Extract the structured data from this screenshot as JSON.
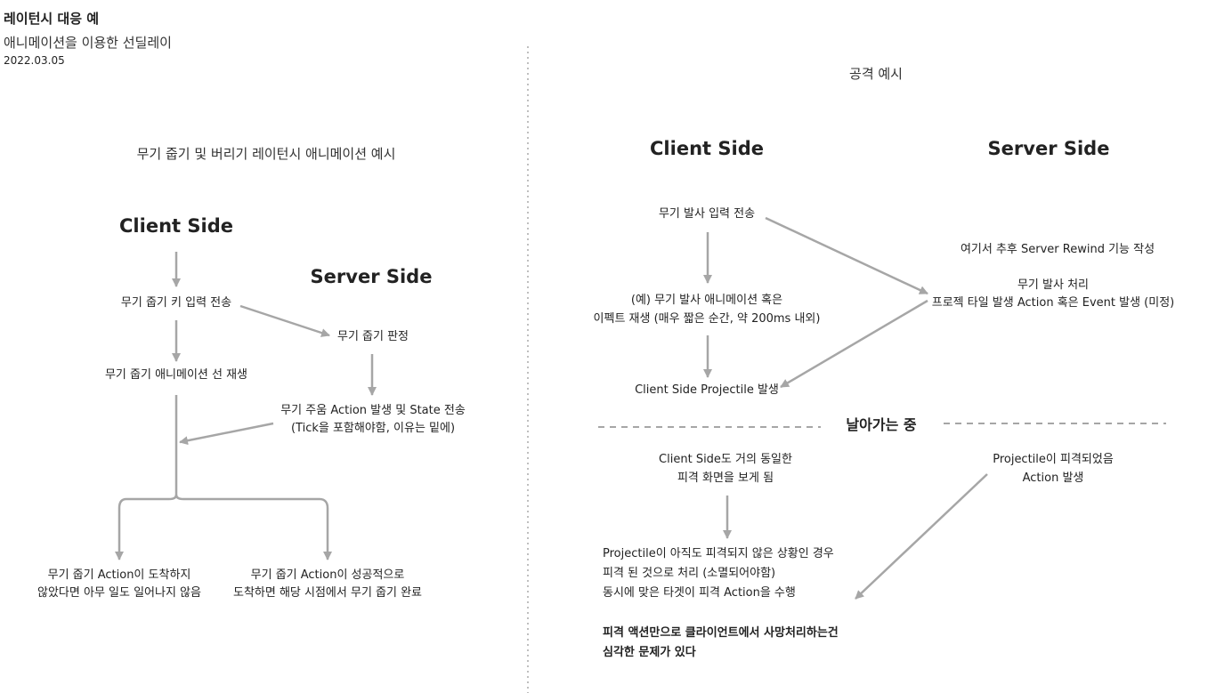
{
  "header": {
    "title": "레이턴시 대응 예",
    "subtitle": "애니메이션을 이용한 선딜레이",
    "date": "2022.03.05"
  },
  "left": {
    "section_title": "무기 줍기 및 버리기 레이턴시 애니메이션 예시",
    "client_label": "Client Side",
    "server_label": "Server Side",
    "nodes": {
      "key_input": "무기 줍기 키 입력 전송",
      "judge": "무기 줍기 판정",
      "anim_play": "무기 줍기 애니메이션 선 재생",
      "action_send_1": "무기 주움 Action 발생 및 State 전송",
      "action_send_2": "(Tick을 포함해야함, 이유는 밑에)",
      "fail_1": "무기 줍기 Action이 도착하지",
      "fail_2": "않았다면 아무 일도 일어나지 않음",
      "success_1": "무기 줍기 Action이 성공적으로",
      "success_2": "도착하면 해당 시점에서 무기 줍기 완료"
    }
  },
  "right": {
    "section_title": "공격 예시",
    "client_label": "Client Side",
    "server_label": "Server Side",
    "divider_label": "날아가는 중",
    "nodes": {
      "fire_input": "무기 발사 입력 전송",
      "rewind_note": "여기서 추후 Server Rewind 기능 작성",
      "fire_process_1": "무기 발사 처리",
      "fire_process_2": "프로젝 타일 발생 Action 혹은 Event 발생 (미정)",
      "fire_anim_1": "(예) 무기 발사 애니메이션 혹은",
      "fire_anim_2": "이펙트 재생 (매우 짧은 순간, 약 200ms 내외)",
      "projectile": "Client Side Projectile 발생",
      "same_hit_1": "Client Side도 거의 동일한",
      "same_hit_2": "피격 화면을 보게 됨",
      "server_hit_1": "Projectile이 피격되었음",
      "server_hit_2": "Action 발생",
      "case_1": "Projectile이 아직도 피격되지 않은 상황인 경우",
      "case_2": "피격 된 것으로 처리 (소멸되어야함)",
      "case_3": "동시에 맞은 타겟이 피격 Action을 수행",
      "warn_1": "피격 액션만으로 클라이언트에서 사망처리하는건",
      "warn_2": "심각한 문제가 있다"
    }
  },
  "colors": {
    "arrow": "#a6a6a6",
    "text": "#222222",
    "divider": "#aaaaaa"
  }
}
